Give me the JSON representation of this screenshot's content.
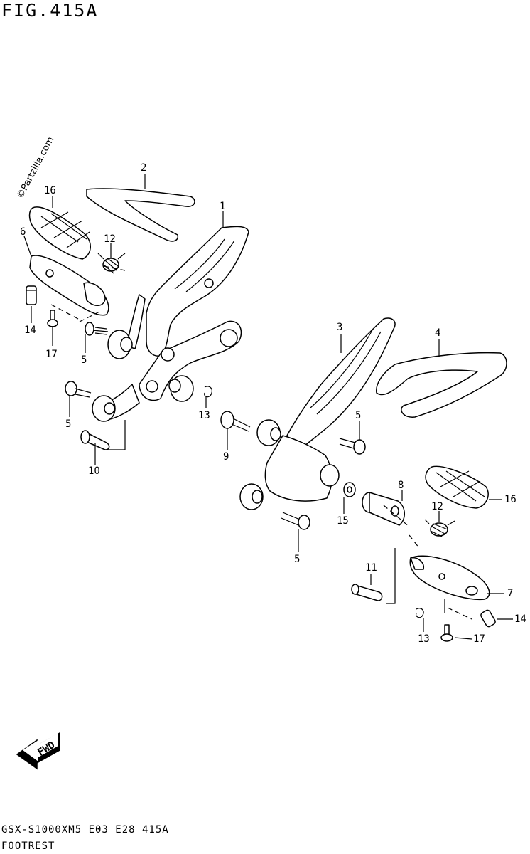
{
  "header": {
    "title": "FIG.415A"
  },
  "watermark": "©Partzilla.com",
  "footer": {
    "model_code": "GSX-S1000XM5_E03_E28_415A",
    "section": "FOOTREST"
  },
  "fwd_label": "FWD",
  "callouts": {
    "c2": "2",
    "c1": "1",
    "c16a": "16",
    "c6": "6",
    "c12a": "12",
    "c14a": "14",
    "c17a": "17",
    "c5a": "5",
    "c5b": "5",
    "c10": "10",
    "c13a": "13",
    "c9": "9",
    "c3": "3",
    "c4": "4",
    "c5c": "5",
    "c5d": "5",
    "c15": "15",
    "c8": "8",
    "c16b": "16",
    "c12b": "12",
    "c11": "11",
    "c7": "7",
    "c14b": "14",
    "c13b": "13",
    "c17b": "17"
  }
}
